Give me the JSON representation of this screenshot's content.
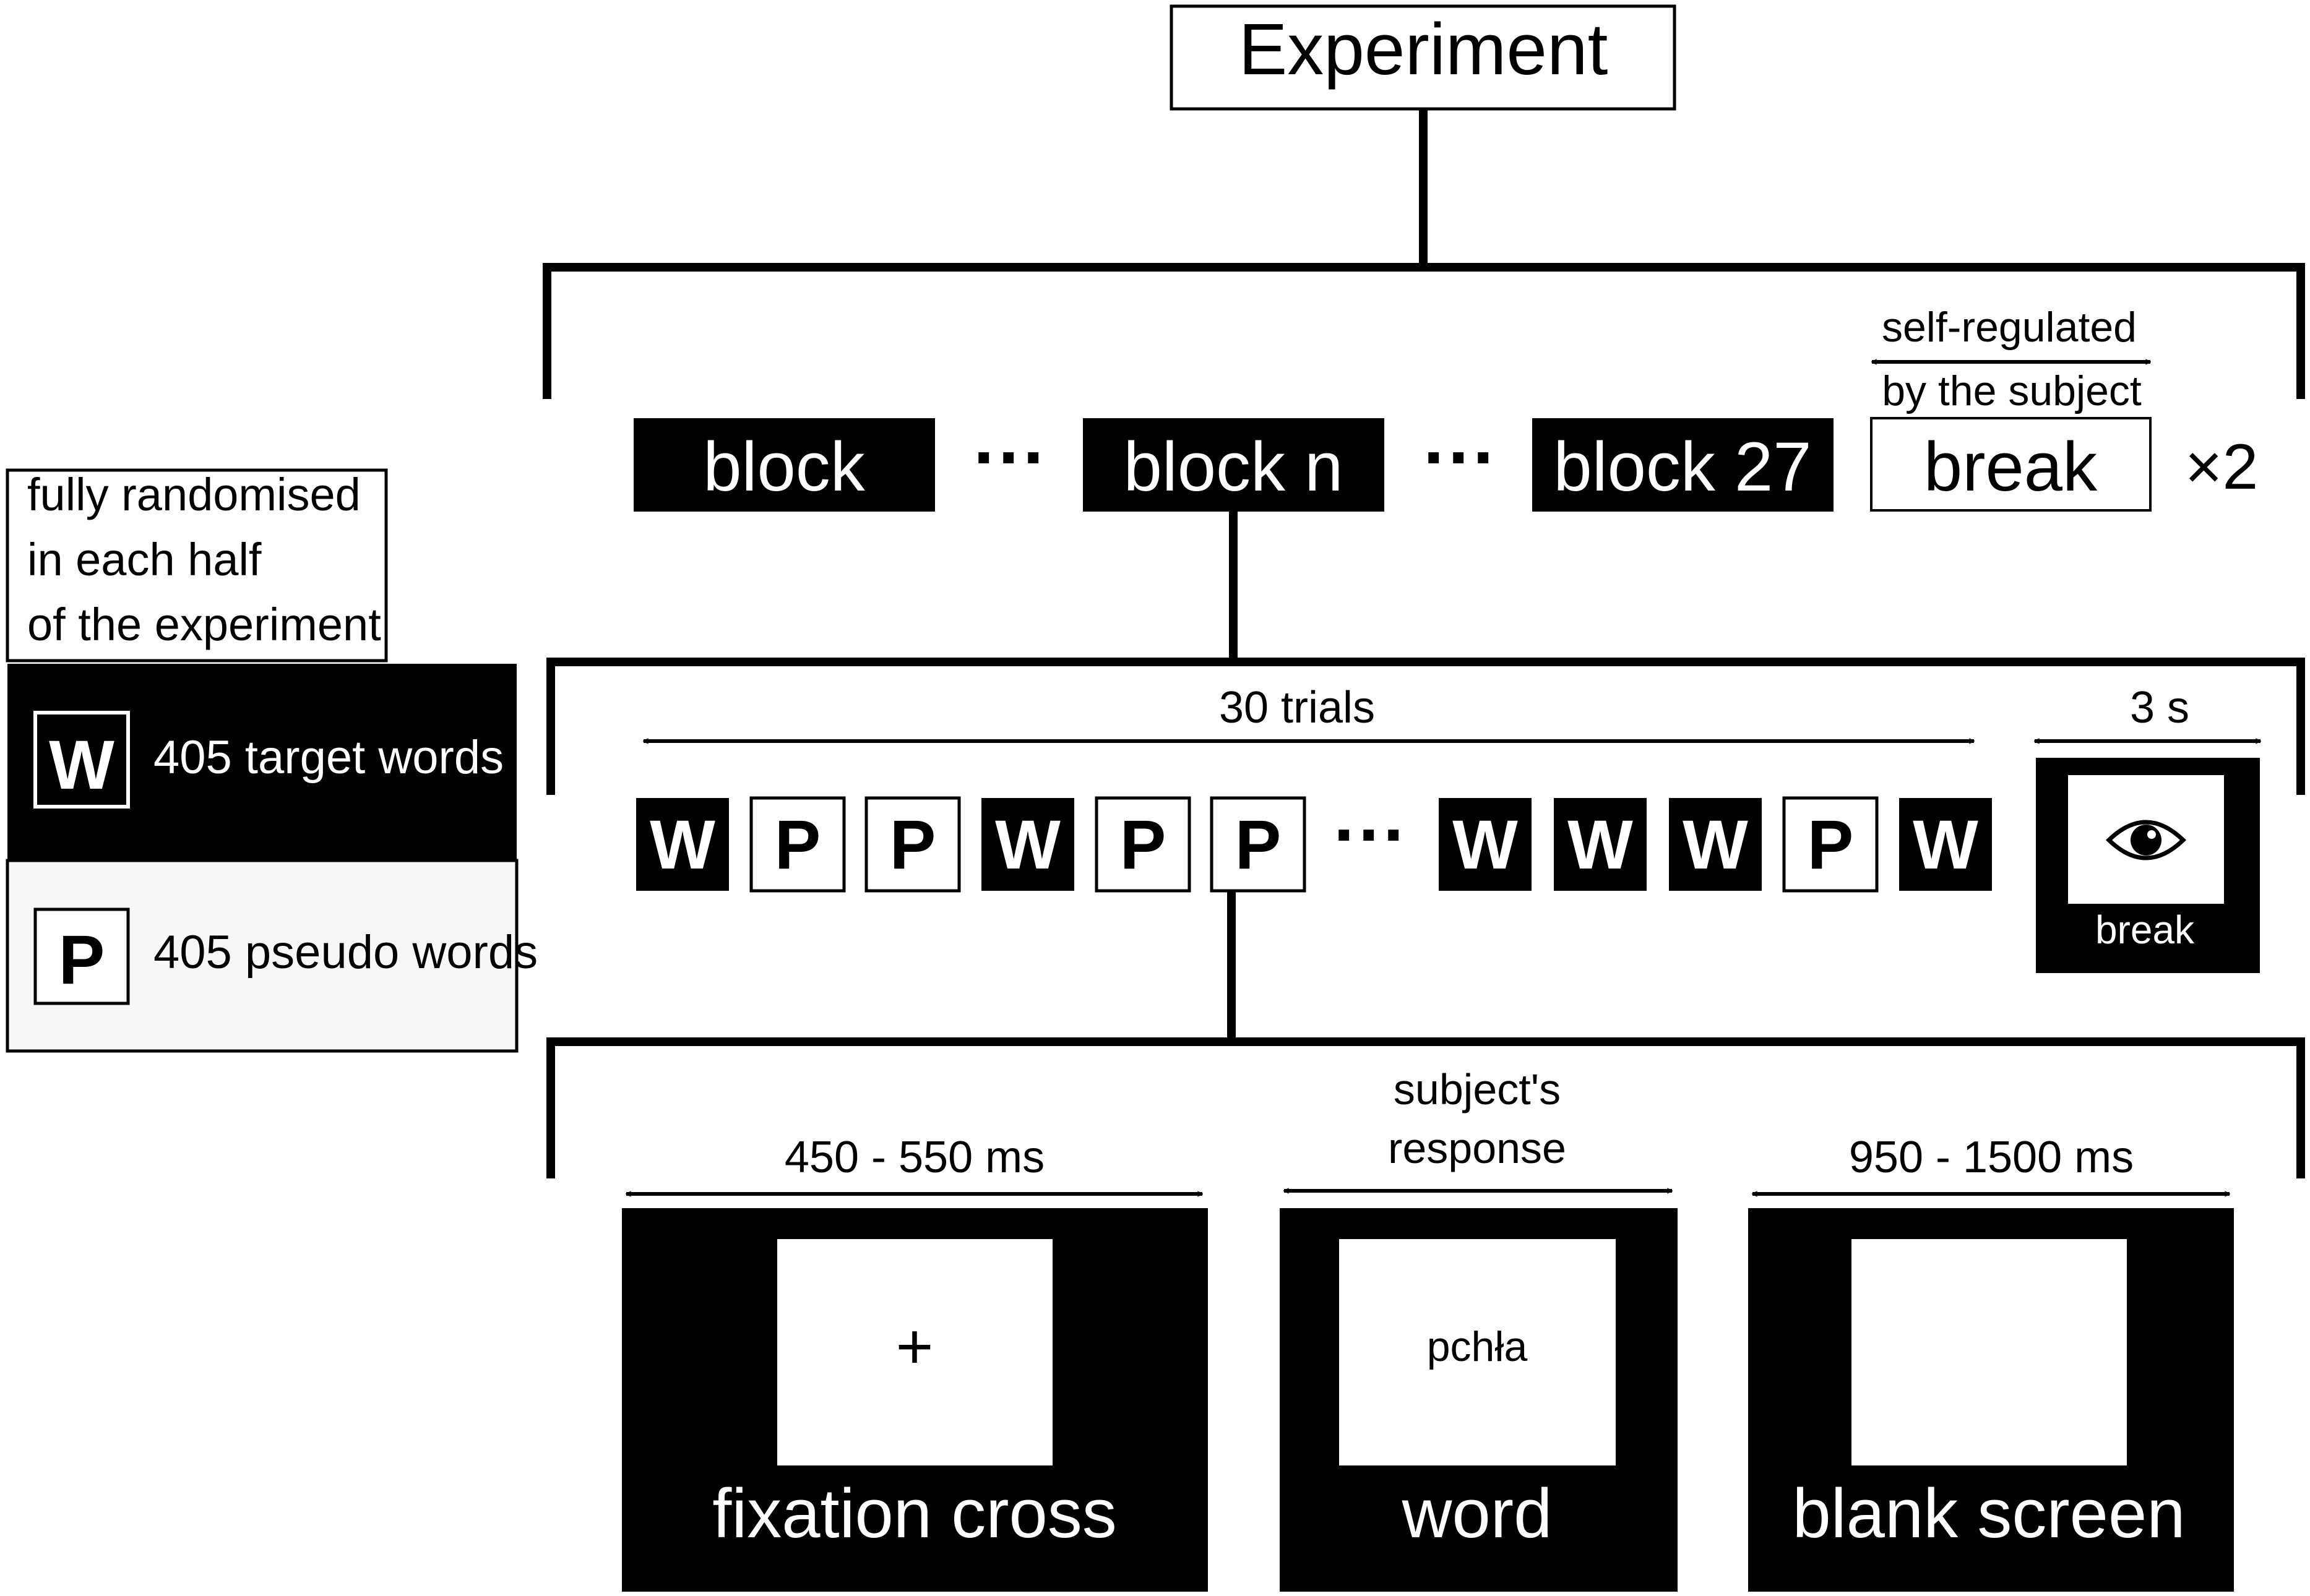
{
  "title": "Experiment",
  "blocks": {
    "labels": [
      "block",
      "block n",
      "block 27"
    ],
    "ellipsis": "···",
    "break_label": "break",
    "break_annotation_line1": "self-regulated",
    "break_annotation_line2": "by the subject",
    "repeat_label": "×2"
  },
  "legend": {
    "note_lines": [
      "fully randomised",
      "in each half",
      "of the experiment"
    ],
    "items": [
      {
        "letter": "W",
        "text": "405 target words",
        "style": "dark"
      },
      {
        "letter": "P",
        "text": "405 pseudo words",
        "style": "light"
      }
    ]
  },
  "trials": {
    "label": "30 trials",
    "sequence_left": [
      "W",
      "P",
      "P",
      "W",
      "P",
      "P"
    ],
    "sequence_right": [
      "W",
      "W",
      "W",
      "P",
      "W"
    ],
    "ellipsis": "···",
    "break_duration": "3 s",
    "break_label": "break",
    "break_icon": "eye-icon"
  },
  "trial_phases": [
    {
      "duration_label": "450 - 550 ms",
      "screen_content": "+",
      "name": "fixation cross"
    },
    {
      "duration_label_line1": "subject's",
      "duration_label_line2": "response",
      "screen_content": "pchła",
      "name": "word"
    },
    {
      "duration_label": "950 - 1500 ms",
      "screen_content": "",
      "name": "blank screen"
    }
  ],
  "colors": {
    "dark": "#000000",
    "light_panel": "#f7f7f7",
    "background": "#ffffff"
  }
}
